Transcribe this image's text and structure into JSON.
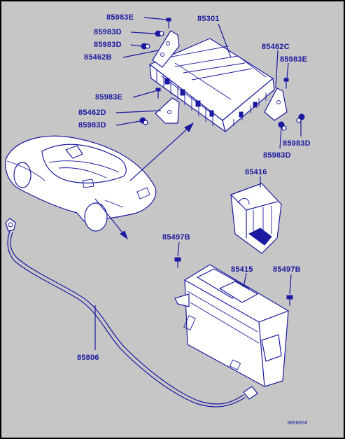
{
  "figure": {
    "labels": {
      "l_85983e_top": "85983E",
      "l_85983d_1": "85983D",
      "l_85983d_2": "85983D",
      "l_85462b": "85462B",
      "l_85301": "85301",
      "l_85462c": "85462C",
      "l_85983e_right": "85983E",
      "l_85983e_left": "85983E",
      "l_85462d": "85462D",
      "l_85983d_3": "85983D",
      "l_85983d_r1": "85983D",
      "l_85983d_r2": "85983D",
      "l_85416": "85416",
      "l_85497b_l": "85497B",
      "l_85415": "85415",
      "l_85497b_r": "85497B",
      "l_85806": "85806"
    },
    "diagram_code": "3B5N066"
  },
  "colors": {
    "background": "#c6c6c6",
    "line": "#1a1aa0",
    "part_fill": "#ffffff"
  }
}
